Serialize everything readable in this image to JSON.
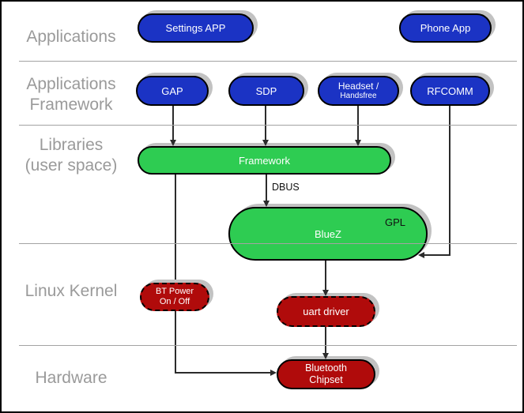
{
  "diagram": {
    "layer_labels": {
      "applications": "Applications",
      "applications_framework_1": "Applications",
      "applications_framework_2": "Framework",
      "libraries_1": "Libraries",
      "libraries_2": "(user space)",
      "linux_kernel": "Linux Kernel",
      "hardware": "Hardware"
    },
    "nodes": {
      "settings_app": {
        "label": "Settings APP"
      },
      "phone_app": {
        "label": "Phone App"
      },
      "gap": {
        "label": "GAP"
      },
      "sdp": {
        "label": "SDP"
      },
      "headset": {
        "label1": "Headset /",
        "label2": "Handsfree"
      },
      "rfcomm": {
        "label": "RFCOMM"
      },
      "framework": {
        "label": "Framework"
      },
      "bluez": {
        "label": "BlueZ",
        "badge": "GPL"
      },
      "bt_power": {
        "label1": "BT Power",
        "label2": "On / Off"
      },
      "uart_driver": {
        "label": "uart driver"
      },
      "bluetooth_chipset": {
        "label1": "Bluetooth",
        "label2": "Chipset"
      }
    },
    "edge_labels": {
      "dbus": "DBUS"
    },
    "colors": {
      "app-node": "#1b33c4",
      "lib-node": "#2ecc52",
      "kernel-node": "#b00b0b",
      "label-gray": "#9a9a9a",
      "line-gray": "#a3a3a3",
      "connector": "#2b2b2b",
      "shadow": "#c2c2c2"
    }
  }
}
